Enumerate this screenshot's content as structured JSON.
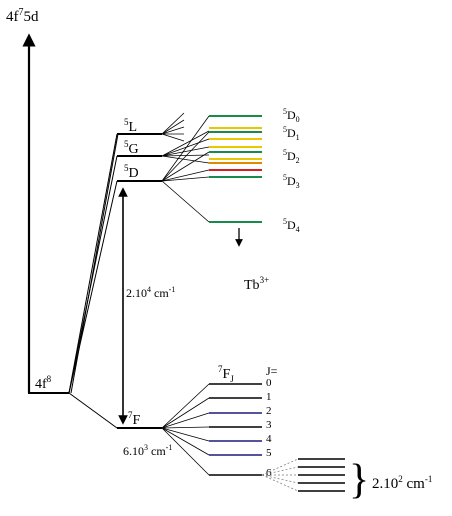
{
  "labels": {
    "top_config": {
      "base": "4f",
      "sup": "7",
      "tail": "5d"
    },
    "ground_config": {
      "base": "4f",
      "sup": "8"
    },
    "L5": {
      "pre": "5",
      "term": "L"
    },
    "G5": {
      "pre": "5",
      "term": "G"
    },
    "D5": {
      "pre": "5",
      "term": "D"
    },
    "F7": {
      "pre": "7",
      "term": "F"
    },
    "F7J": {
      "pre": "7",
      "term": "F",
      "sub": "J"
    },
    "J_header": "J=",
    "ion": {
      "base": "Tb",
      "sup": "3+"
    },
    "gap_large": {
      "a": "2.10",
      "sup": "4",
      "b": " cm",
      "sup2": "-1"
    },
    "gap_small": {
      "a": "6.10",
      "sup": "3",
      "b": " cm",
      "sup2": "-1"
    },
    "gap_stark": {
      "a": "2.10",
      "sup": "2",
      "b": " cm",
      "sup2": "-1"
    }
  },
  "d_levels": [
    {
      "pre": "5",
      "term": "D",
      "sub": "0"
    },
    {
      "pre": "5",
      "term": "D",
      "sub": "1"
    },
    {
      "pre": "5",
      "term": "D",
      "sub": "2"
    },
    {
      "pre": "5",
      "term": "D",
      "sub": "3"
    },
    {
      "pre": "5",
      "term": "D",
      "sub": "4"
    }
  ],
  "j_values": [
    "0",
    "1",
    "2",
    "3",
    "4",
    "5",
    "6"
  ],
  "colors": {
    "green": "#1a8a4a",
    "yellow": "#e8c800",
    "orange": "#e08a00",
    "red": "#d42020",
    "navy": "#1c1c7a",
    "black": "#000000"
  }
}
